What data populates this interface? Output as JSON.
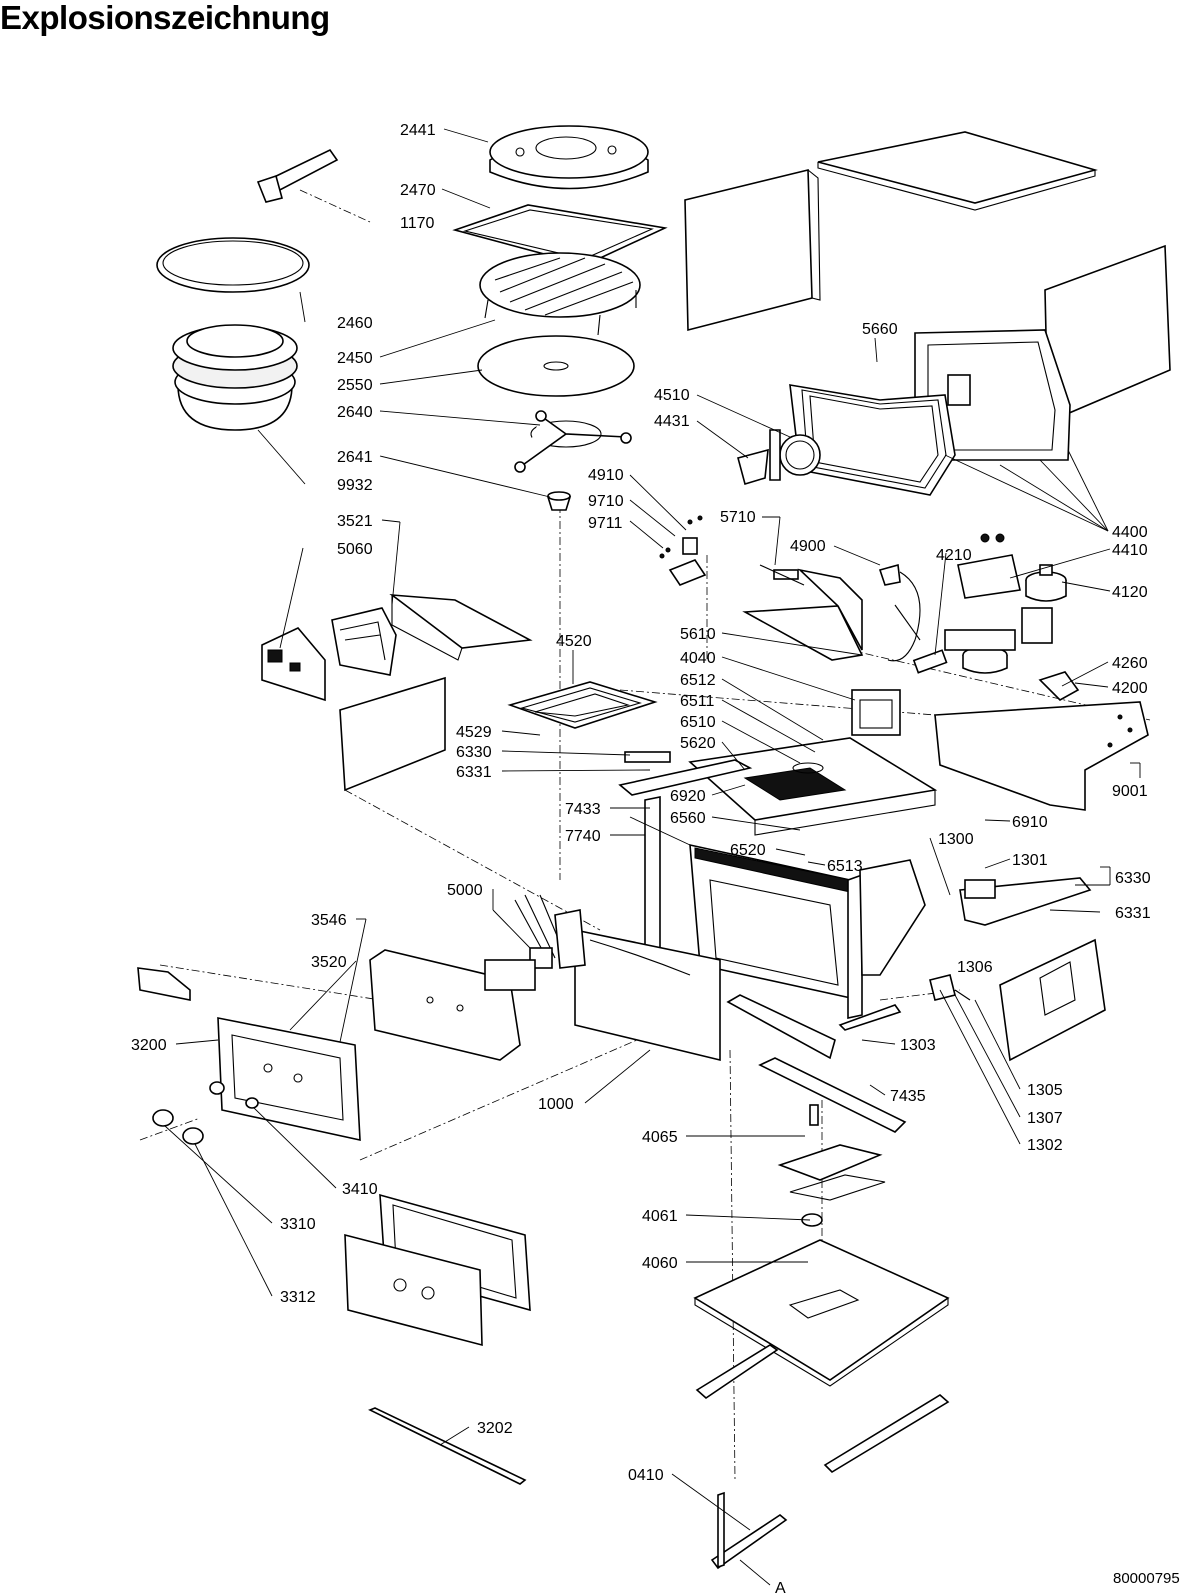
{
  "title": "Explosionszeichnung",
  "drawing_number": "80000795",
  "view_marker": "A",
  "part_numbers": {
    "p2441": "2441",
    "p2470": "2470",
    "p1170": "1170",
    "p2460": "2460",
    "p2450": "2450",
    "p2550": "2550",
    "p2640": "2640",
    "p2641": "2641",
    "p9932": "9932",
    "p3521": "3521",
    "p5060": "5060",
    "p5660": "5660",
    "p4510": "4510",
    "p4431": "4431",
    "p4910": "4910",
    "p9710": "9710",
    "p9711": "9711",
    "p5710": "5710",
    "p4900": "4900",
    "p4210": "4210",
    "p4400": "4400",
    "p4410": "4410",
    "p4120": "4120",
    "p4520": "4520",
    "p5610": "5610",
    "p4040": "4040",
    "p6512": "6512",
    "p6511": "6511",
    "p6510": "6510",
    "p5620": "5620",
    "p4529": "4529",
    "p6330a": "6330",
    "p6331a": "6331",
    "p4260": "4260",
    "p4200": "4200",
    "p9001": "9001",
    "p6910": "6910",
    "p6920": "6920",
    "p6560": "6560",
    "p7433": "7433",
    "p7740": "7740",
    "p6520": "6520",
    "p6513": "6513",
    "p1300": "1300",
    "p1301": "1301",
    "p6330b": "6330",
    "p6331b": "6331",
    "p5000": "5000",
    "p3546": "3546",
    "p3520": "3520",
    "p1306": "1306",
    "p3200": "3200",
    "p1303": "1303",
    "p1000": "1000",
    "p7435": "7435",
    "p1305": "1305",
    "p1307": "1307",
    "p1302": "1302",
    "p4065": "4065",
    "p3410": "3410",
    "p3310": "3310",
    "p4061": "4061",
    "p4060": "4060",
    "p3312": "3312",
    "p3202": "3202",
    "p0410": "0410"
  }
}
